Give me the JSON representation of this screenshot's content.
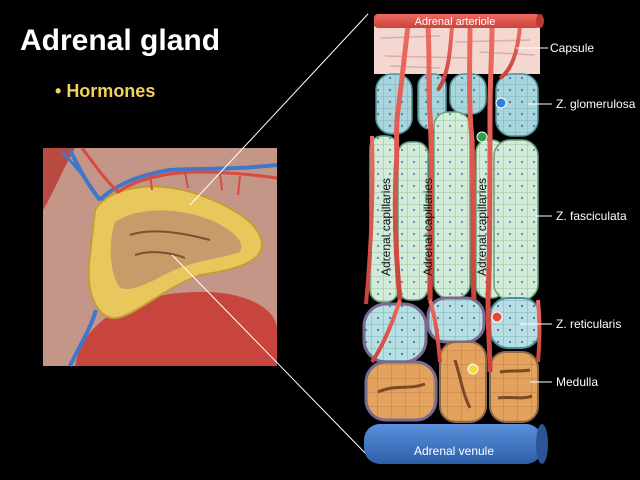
{
  "slide": {
    "title": "Adrenal gland",
    "bullet": "Hormones"
  },
  "diagram": {
    "labels": {
      "arteriole": "Adrenal arteriole",
      "venule": "Adrenal venule",
      "capsule": "Capsule",
      "glomerulosa": "Z. glomerulosa",
      "fasciculata": "Z. fasciculata",
      "reticularis": "Z. reticularis",
      "medulla": "Medulla",
      "capillaries": "Adrenal capillaries"
    },
    "marker_colors": {
      "glomerulosa": "#2f7fe0",
      "fasciculata": "#2fa040",
      "reticularis": "#e04a3a",
      "medulla": "#f2dc3a"
    },
    "colors": {
      "artery": "#e0524a",
      "vein": "#3f78c8",
      "cortex_cell": "#cfe7d6",
      "glomerulosa_cell": "#a9d6dc",
      "medulla_cell": "#e3a25e",
      "capsule": "#f3d7d0"
    }
  }
}
